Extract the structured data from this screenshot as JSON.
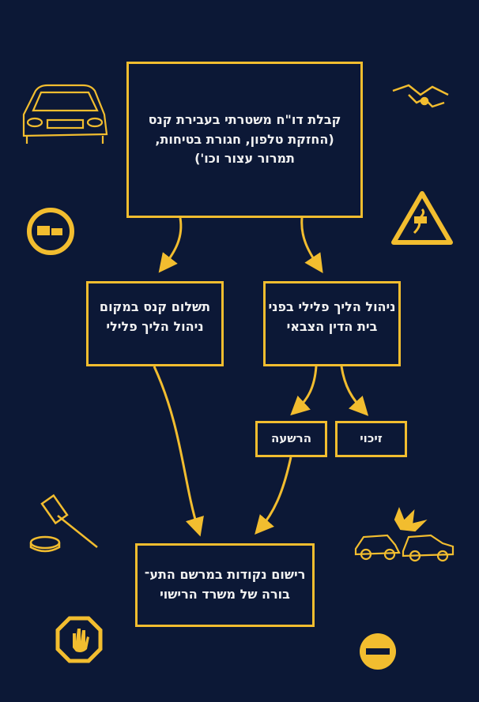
{
  "colors": {
    "background": "#0c1836",
    "accent": "#f2bd2f",
    "text": "#f1f1f1"
  },
  "boxes": {
    "ticket": {
      "lines": [
        "קבלת דו\"ח משטרתי בעבירת קנס",
        "(החזקת טלפון, חגורת בטיחות,",
        "תמרור עצור וכו')"
      ]
    },
    "pay_fine": {
      "lines": [
        "תשלום קנס במקום",
        "ניהול הליך פלילי"
      ]
    },
    "court": {
      "lines": [
        "ניהול הליך פלילי בפני",
        "בית הדין הצבאי"
      ]
    },
    "conviction": {
      "label": "הרשעה"
    },
    "acquittal": {
      "label": "זיכוי"
    },
    "points": {
      "lines": [
        "רישום נקודות במרשם התע־",
        "בורה של משרד הרישוי"
      ]
    }
  },
  "icons": [
    "car-icon",
    "handshake-icon",
    "no-truck-sign-icon",
    "slippery-road-sign-icon",
    "gavel-icon",
    "car-crash-icon",
    "stop-hand-sign-icon",
    "no-entry-sign-icon"
  ]
}
